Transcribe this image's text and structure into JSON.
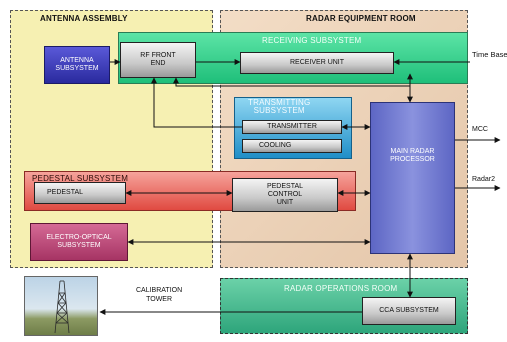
{
  "regions": {
    "antenna_assembly": "ANTENNA ASSEMBLY",
    "radar_equipment_room": "RADAR EQUIPMENT ROOM",
    "receiving_subsystem": "RECEIVING SUBSYSTEM",
    "transmitting_subsystem": "TRANSMITTING\nSUBSYSTEM",
    "pedestal_subsystem": "PEDESTAL SUBSYSTEM",
    "radar_operations_room": "RADAR OPERATIONS ROOM"
  },
  "blocks": {
    "antenna_subsystem": "ANTENNA\nSUBSYSTEM",
    "rf_front_end": "RF FRONT\nEND",
    "receiver_unit": "RECEIVER UNIT",
    "transmitter": "TRANSMITTER",
    "cooling": "COOLING",
    "main_radar_processor": "MAIN RADAR\nPROCESSOR",
    "pedestal": "PEDESTAL",
    "pedestal_control_unit": "PEDESTAL\nCONTROL\nUNIT",
    "electro_optical_subsystem": "ELECTRO-OPTICAL\nSUBSYSTEM",
    "cca_subsystem": "CCA SUBSYSTEM"
  },
  "external": {
    "time_base": "Time Base",
    "mcc": "MCC",
    "radar2": "Radar2",
    "calibration_tower": "CALIBRATION\nTOWER"
  },
  "colors": {
    "antenna_assembly_bg": "#f6f0b2",
    "radar_room_bg": "#ecd2b8",
    "receiving_bg": "#2fcf8a",
    "transmitting_bg": "#1f8ec7",
    "pedestal_sub_bg": "#e4564c",
    "ops_room_bg": "#3fb98d",
    "antenna_block": "#3433b6",
    "processor_block": "#6b73cf",
    "eo_block": "#b0406f"
  }
}
